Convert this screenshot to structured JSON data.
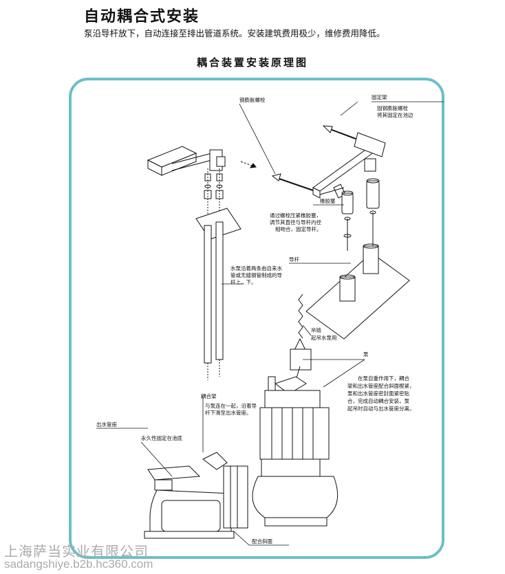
{
  "header": {
    "title": "自动耦合式安装",
    "subtitle": "泵沿导杆放下，自动连接至排出管道系统。安装建筑费用极少，维修费用降低。",
    "diagram_title": "耦合装置安装原理图"
  },
  "labels": {
    "expansion_bolt": "钢膨胀螺栓",
    "fixed_bracket": "固定架",
    "fixed_bracket_note_1": "固钢膨胀螺栓",
    "fixed_bracket_note_2": "将其固定在池边",
    "rubber_plug": "橡胶塞",
    "rubber_plug_note_1": "通过螺栓压紧橡胶塞，",
    "rubber_plug_note_2": "调节其直径与导杆内径",
    "rubber_plug_note_3": "相吻合，固定导杆。",
    "guide_rod": "导杆",
    "guide_rod_note_1": "水泵沿着两条由自来水",
    "guide_rod_note_2": "管或无缝钢管制成的导",
    "guide_rod_note_3": "杆上、下。",
    "chain": "吊链",
    "chain_note": "起吊水泵用",
    "pump": "泵",
    "pump_note_1": "在泵自重作用下，耦合",
    "pump_note_2": "架和出水管座配合斜面楔紧，",
    "pump_note_3": "泵和出水管座密封面紧密贴",
    "pump_note_4": "合，完成自动耦合安装，泵",
    "pump_note_5": "起吊时自动与出水管座分离。",
    "coupling_frame": "耦合架",
    "coupling_note_1": "与泵连在一起，沿着导",
    "coupling_note_2": "杆下滑至出水管座。",
    "outlet_seat": "出水管座",
    "outlet_note": "永久性固定在池底",
    "mating_slope": "配合斜面"
  },
  "watermark": {
    "company": "上海萨当实业有限公司",
    "url": "sadangshiye.b2b.hc360.com"
  },
  "colors": {
    "frame_border": "#6bbfc8",
    "line": "#111111",
    "watermark": "#aaaaaa"
  }
}
